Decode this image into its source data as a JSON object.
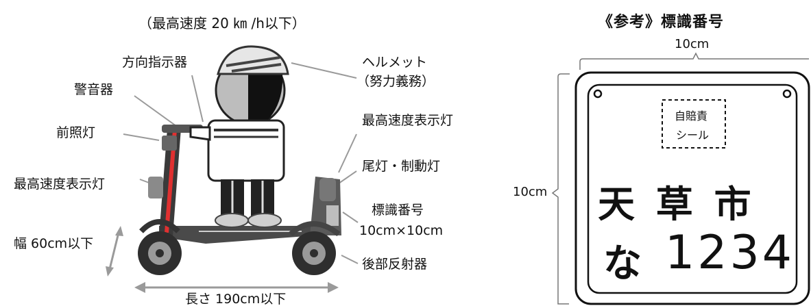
{
  "scooter": {
    "speed_note": "（最高速度 20 ㎞ /h以下）",
    "labels": {
      "turn_signal": "方向指示器",
      "horn": "警音器",
      "headlight": "前照灯",
      "front_speed_lamp": "最高速度表示灯",
      "width": "幅 60cm以下",
      "helmet_line1": "ヘルメット",
      "helmet_line2": "（努力義務）",
      "rear_speed_lamp": "最高速度表示灯",
      "tail_brake_lamp": "尾灯・制動灯",
      "plate_line1": "標識番号",
      "plate_line2": "10cm×10cm",
      "reflector": "後部反射器",
      "length": "長さ 190cm以下"
    }
  },
  "plate_ref": {
    "title": "《参考》標識番号",
    "width_label": "10cm",
    "height_label": "10cm",
    "seal_line1": "自賠責",
    "seal_line2": "シール",
    "city": "天 草 市",
    "kana": "な",
    "number": "1234"
  }
}
